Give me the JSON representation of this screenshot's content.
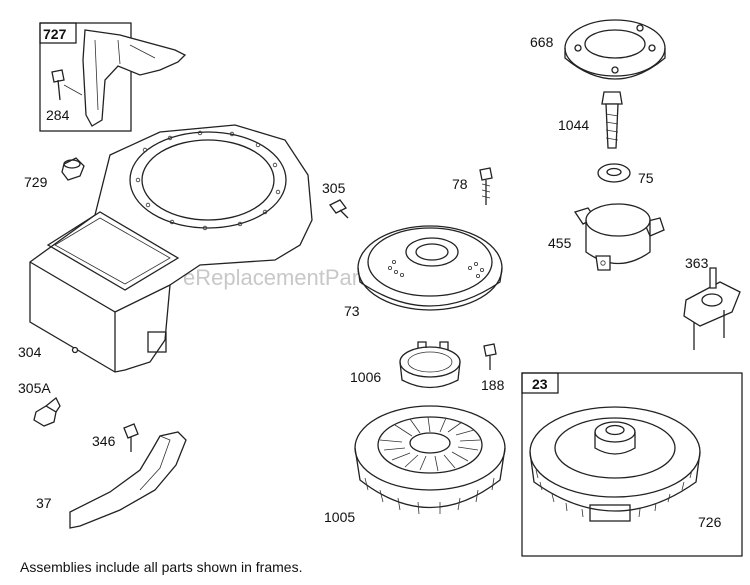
{
  "watermark": "eReplacementParts.com",
  "footer_note": "Assemblies include all parts shown in frames.",
  "frames": [
    {
      "label": "727"
    },
    {
      "label": "23"
    }
  ],
  "parts": [
    {
      "id": "p727",
      "label": "727"
    },
    {
      "id": "p284",
      "label": "284"
    },
    {
      "id": "p729",
      "label": "729"
    },
    {
      "id": "p304",
      "label": "304"
    },
    {
      "id": "p305A",
      "label": "305A"
    },
    {
      "id": "p346",
      "label": "346"
    },
    {
      "id": "p37",
      "label": "37"
    },
    {
      "id": "p305",
      "label": "305"
    },
    {
      "id": "p78",
      "label": "78"
    },
    {
      "id": "p73",
      "label": "73"
    },
    {
      "id": "p1006",
      "label": "1006"
    },
    {
      "id": "p188",
      "label": "188"
    },
    {
      "id": "p1005",
      "label": "1005"
    },
    {
      "id": "p668",
      "label": "668"
    },
    {
      "id": "p1044",
      "label": "1044"
    },
    {
      "id": "p75",
      "label": "75"
    },
    {
      "id": "p455",
      "label": "455"
    },
    {
      "id": "p363",
      "label": "363"
    },
    {
      "id": "p23",
      "label": "23"
    },
    {
      "id": "p726",
      "label": "726"
    }
  ]
}
